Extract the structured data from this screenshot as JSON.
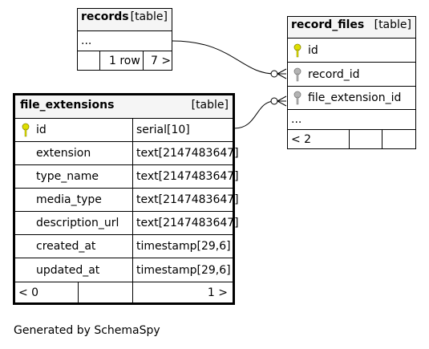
{
  "records": {
    "name": "records",
    "kind": "[table]",
    "ellipsis": "...",
    "rows_label": "1 row",
    "children": "7 >"
  },
  "record_files": {
    "name": "record_files",
    "kind": "[table]",
    "columns": [
      "id",
      "record_id",
      "file_extension_id"
    ],
    "ellipsis": "...",
    "parents": "< 2"
  },
  "file_extensions": {
    "name": "file_extensions",
    "kind": "[table]",
    "columns": [
      {
        "name": "id",
        "type": "serial[10]"
      },
      {
        "name": "extension",
        "type": "text[2147483647]"
      },
      {
        "name": "type_name",
        "type": "text[2147483647]"
      },
      {
        "name": "media_type",
        "type": "text[2147483647]"
      },
      {
        "name": "description_url",
        "type": "text[2147483647]"
      },
      {
        "name": "created_at",
        "type": "timestamp[29,6]"
      },
      {
        "name": "updated_at",
        "type": "timestamp[29,6]"
      }
    ],
    "parents": "< 0",
    "children": "1 >"
  },
  "footer": "Generated by SchemaSpy",
  "colors": {
    "primary_key": "#dede00",
    "foreign_key": "#b4b4b4",
    "header_bg": "#f5f5f5"
  }
}
